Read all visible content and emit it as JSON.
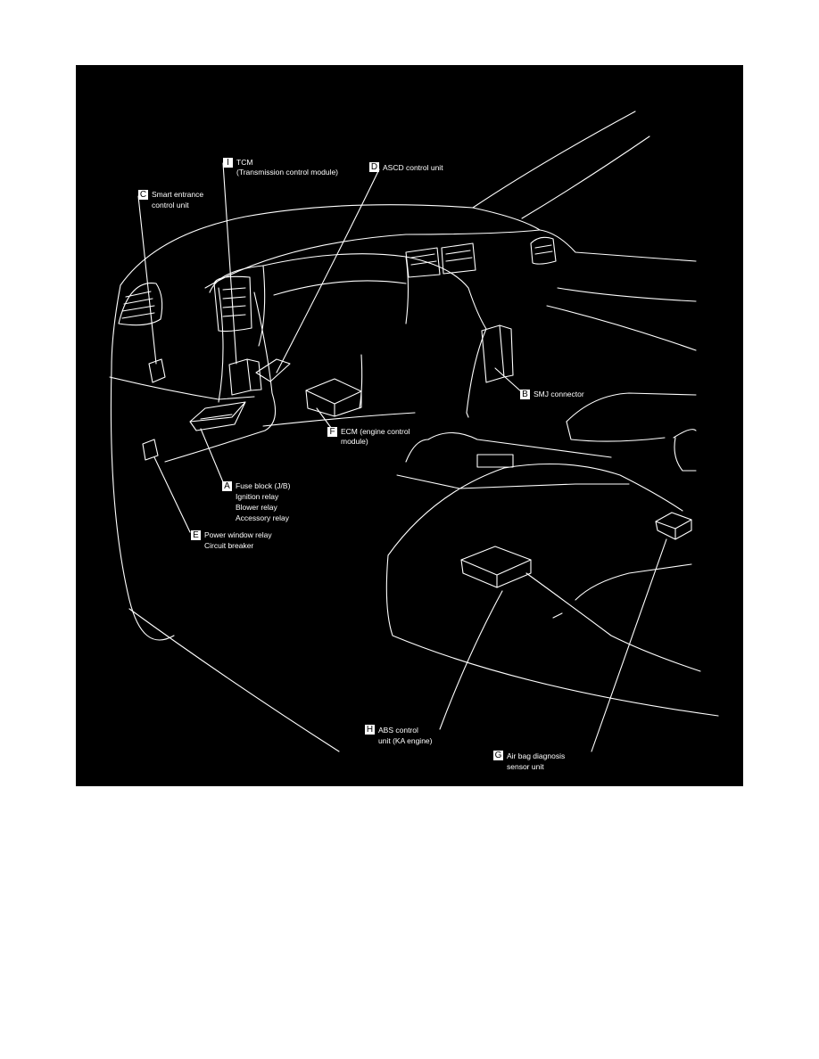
{
  "labels": {
    "i": {
      "letter": "I",
      "line1": "TCM",
      "line2": "(Transmission control module)"
    },
    "d": {
      "letter": "D",
      "line1": "ASCD control unit"
    },
    "c": {
      "letter": "C",
      "line1": "Smart entrance",
      "line2": "control unit"
    },
    "b": {
      "letter": "B",
      "line1": "SMJ connector"
    },
    "f": {
      "letter": "F",
      "line1": "ECM (engine control",
      "line2": "module)"
    },
    "a": {
      "letter": "A",
      "line1": "Fuse block (J/B)",
      "line2": "Ignition relay",
      "line3": "Blower relay",
      "line4": "Accessory relay"
    },
    "e": {
      "letter": "E",
      "line1": "Power window relay",
      "line2": "Circuit breaker"
    },
    "h": {
      "letter": "H",
      "line1": "ABS control",
      "line2": "unit (KA engine)"
    },
    "g": {
      "letter": "G",
      "line1": "Air bag diagnosis",
      "line2": "sensor unit"
    }
  },
  "colors": {
    "background": "#000000",
    "lines": "#ffffff",
    "page": "#ffffff"
  }
}
